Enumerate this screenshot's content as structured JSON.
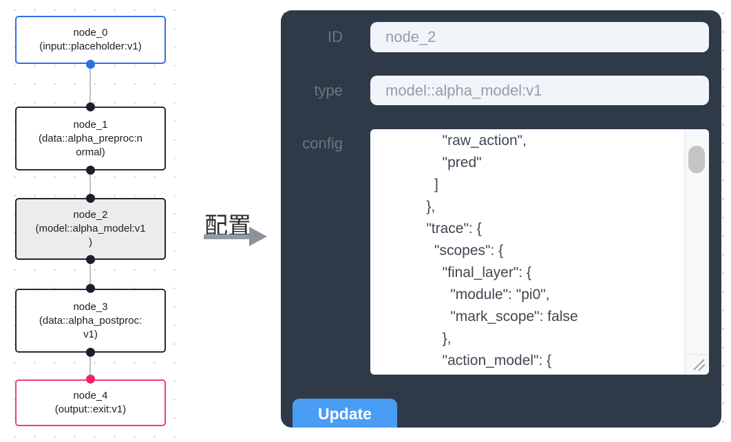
{
  "canvas": {
    "nodes": [
      {
        "id": "node_0",
        "type": "input::placeholder:v1",
        "lines": [
          "node_0",
          "(input::placeholder:v1)"
        ]
      },
      {
        "id": "node_1",
        "type": "data::alpha_preproc:normal",
        "lines": [
          "node_1",
          "(data::alpha_preproc:n",
          "ormal)"
        ]
      },
      {
        "id": "node_2",
        "type": "model::alpha_model:v1",
        "lines": [
          "node_2",
          "(model::alpha_model:v1",
          ")"
        ]
      },
      {
        "id": "node_3",
        "type": "data::alpha_postproc:v1",
        "lines": [
          "node_3",
          "(data::alpha_postproc:",
          "v1)"
        ]
      },
      {
        "id": "node_4",
        "type": "output::exit:v1",
        "lines": [
          "node_4",
          "(output::exit:v1)"
        ]
      }
    ]
  },
  "arrow": {
    "label": "配置"
  },
  "panel": {
    "fields": [
      {
        "label": "ID",
        "value": "node_2"
      },
      {
        "label": "type",
        "value": "model::alpha_model:v1"
      }
    ],
    "config_label": "config",
    "config_text": "        \"raw_action\",\n        \"pred\"\n      ]\n    },\n    \"trace\": {\n      \"scopes\": {\n        \"final_layer\": {\n          \"module\": \"pi0\",\n          \"mark_scope\": false\n        },\n        \"action_model\": {",
    "update_label": "Update"
  },
  "colors": {
    "panel_bg": "#2f3a48",
    "input_bg": "#f1f4f9",
    "button_blue": "#4a9df4",
    "input_node_border": "#2f6fe3",
    "output_node_border": "#ee3d80",
    "selected_node_bg": "#ececec",
    "default_node_border": "#252b38",
    "handle_dark": "#1a1f2b",
    "handle_blue": "#2f6fe3",
    "handle_pink": "#f0246e"
  }
}
